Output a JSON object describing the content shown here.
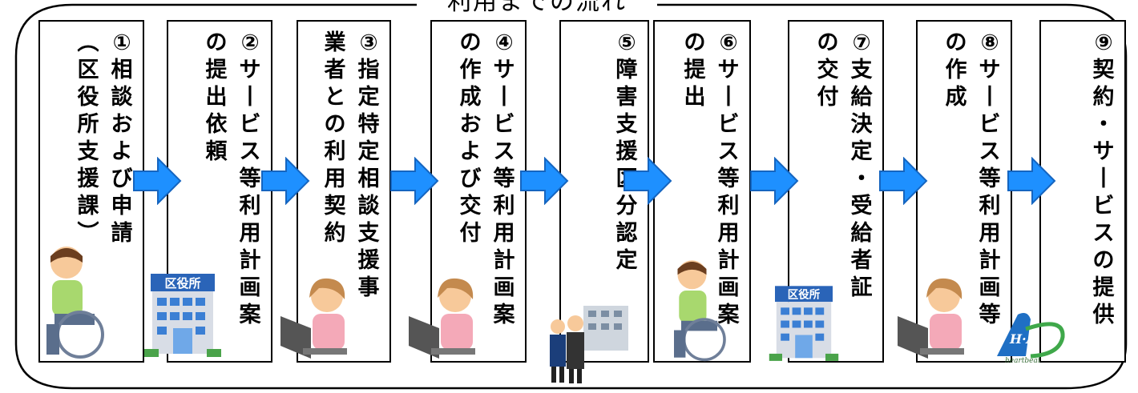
{
  "title": "利用までの流れ",
  "steps": [
    {
      "col1": "①相談および申請",
      "col2": "(区役所支援課)"
    },
    {
      "col1": "②サービス等利用計画案",
      "col2": "の提出依頼"
    },
    {
      "col1": "③指定特定相談支援事",
      "col2": "業者との利用契約"
    },
    {
      "col1": "④サービス等利用計画案",
      "col2": "の作成および交付"
    },
    {
      "col1": "⑤障害支援区分認定",
      "col2": ""
    },
    {
      "col1": "⑥サービス等利用計画案",
      "col2": "の提出"
    },
    {
      "col1": "⑦支給決定・受給者証",
      "col2": "の交付"
    },
    {
      "col1": "⑧サービス等利用計画等",
      "col2": "の作成"
    },
    {
      "col1": "⑨契約・サービスの提供",
      "col2": ""
    }
  ],
  "illustrations": {
    "ward_office_sign": "区役所",
    "logo_letters": "H·A",
    "logo_caption": "heartbeat"
  },
  "colors": {
    "arrow": "#1e90ff",
    "arrow_dark": "#1565c0"
  }
}
